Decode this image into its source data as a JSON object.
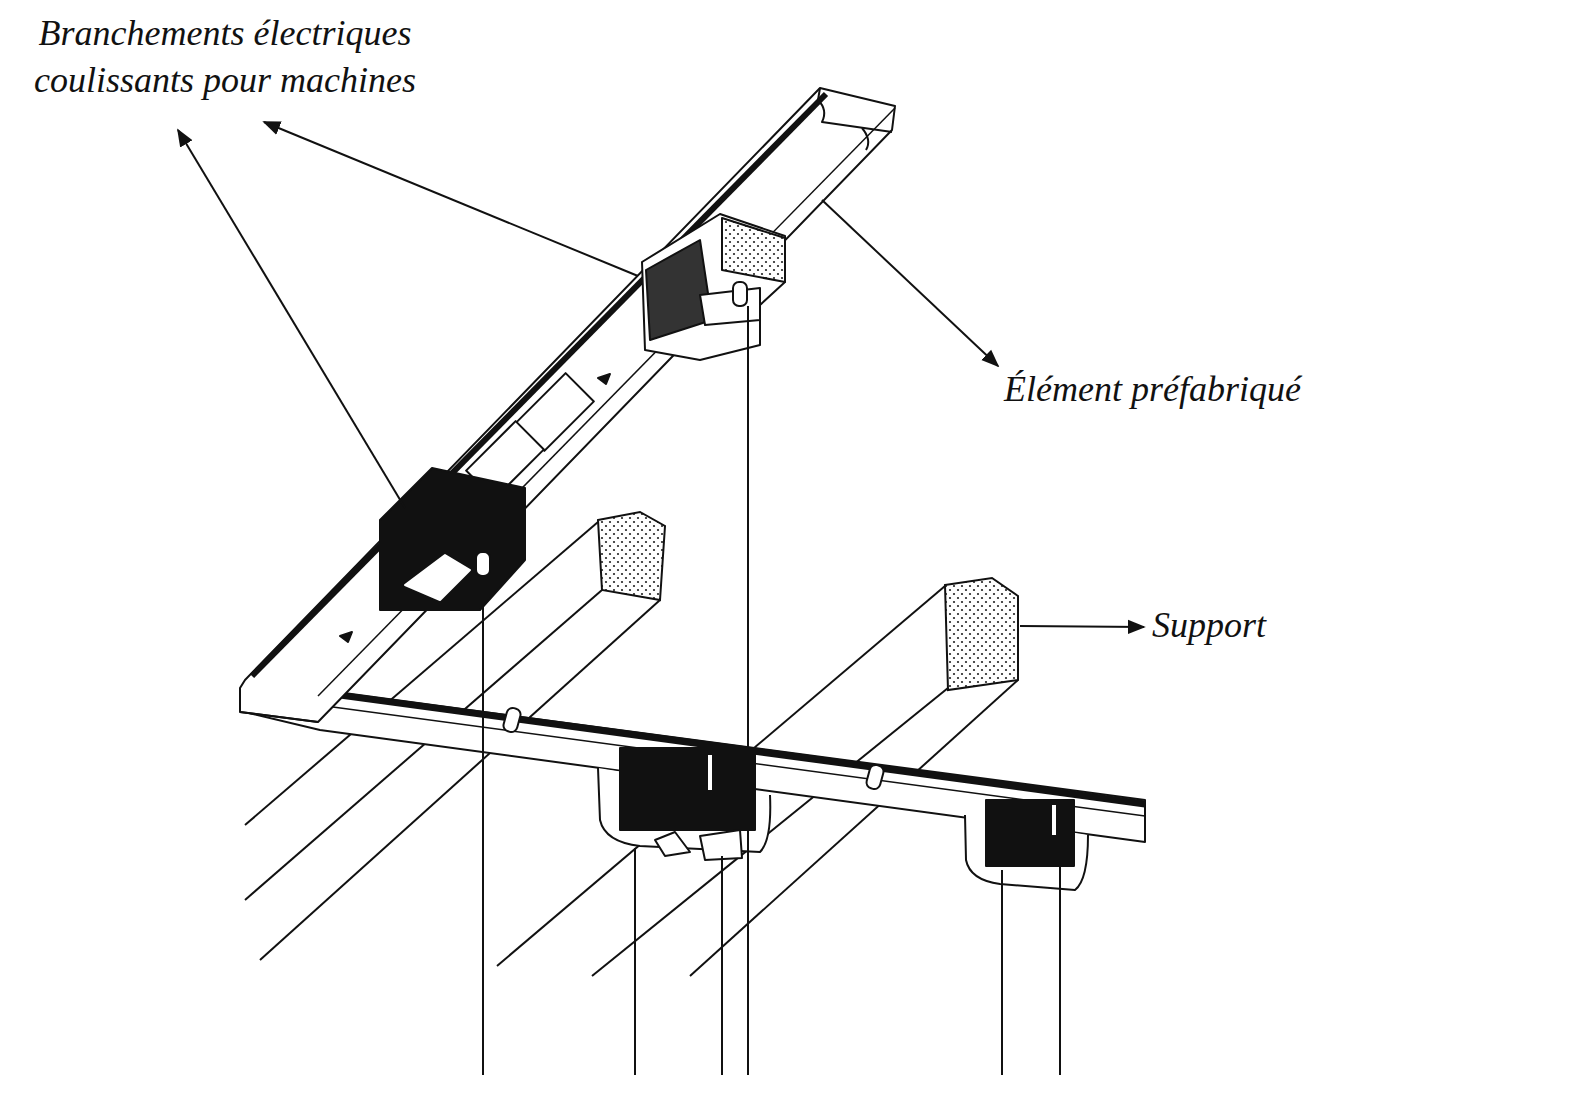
{
  "diagram": {
    "labels": [
      "Branchements électriques coulissants pour machines",
      "Élément préfabriqué",
      "Support"
    ]
  }
}
